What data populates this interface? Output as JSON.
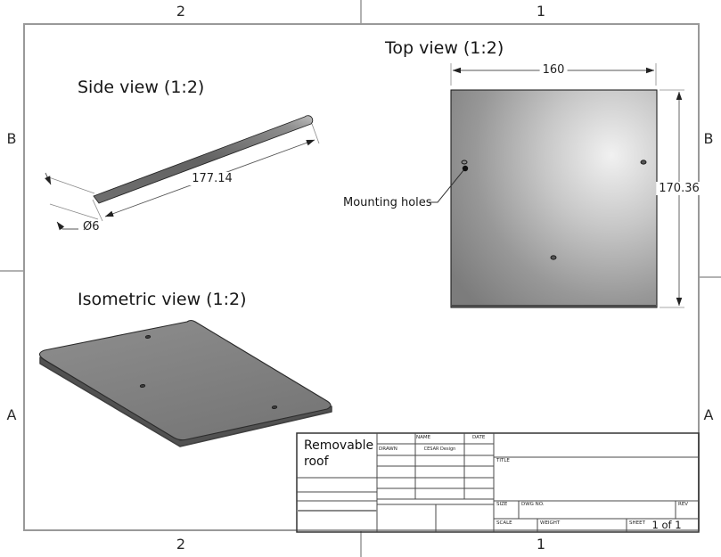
{
  "zones": {
    "top_left": "2",
    "top_right": "1",
    "bottom_left": "2",
    "bottom_right": "1",
    "left_top": "B",
    "left_bottom": "A",
    "right_top": "B",
    "right_bottom": "A"
  },
  "views": {
    "top_view": {
      "title": "Top view (1:2)",
      "width_dim": "160",
      "height_dim": "170.36",
      "callout": "Mounting holes"
    },
    "side_view": {
      "title": "Side view (1:2)",
      "length_dim": "177.14",
      "diameter_dim": "Ø6"
    },
    "isometric_view": {
      "title": "Isometric view (1:2)"
    }
  },
  "title_block": {
    "part_name": "Removable roof",
    "name_header": "NAME",
    "date_header": "DATE",
    "drawn_label": "DRAWN",
    "drawn_name": "CESAR Design",
    "title_label": "TITLE",
    "size_label": "SIZE",
    "dwg_no_label": "DWG NO.",
    "rev_label": "REV",
    "scale_label": "SCALE",
    "weight_label": "WEIGHT",
    "sheet_label": "SHEET",
    "sheet_value": "1 of 1"
  },
  "colors": {
    "frame": "#999999",
    "grid_line": "#4a4a4a",
    "dim_line": "#555555",
    "plate_gray": "#808080",
    "text": "#1a1a1a"
  }
}
